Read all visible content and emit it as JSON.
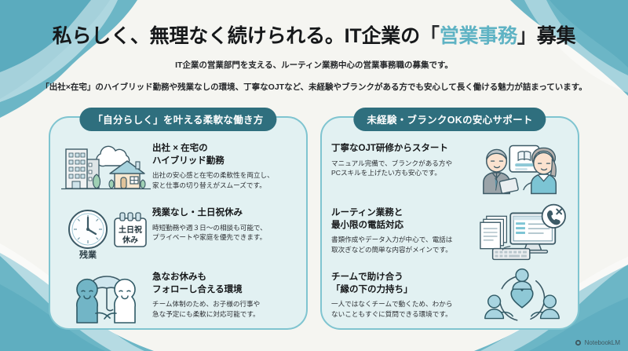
{
  "header": {
    "title_pre": "私らしく、無理なく続けられる。IT企業の",
    "title_open": "「",
    "title_highlight": "営業事務",
    "title_close": "」",
    "title_post": "募集",
    "subtitle_1": "IT企業の営業部門を支える、ルーティン業務中心の営業事務職の募集です。",
    "subtitle_2": "「出社×在宅」のハイブリッド勤務や残業なしの環境、丁寧なOJTなど、未経験やブランクがある方でも安心して長く働ける魅力が詰まっています。"
  },
  "left_panel": {
    "heading": "「自分らしく」を叶える柔軟な働き方",
    "items": [
      {
        "title": "出社 × 在宅の\nハイブリッド勤務",
        "body": "出社の安心感と在宅の柔軟性を両立し、\n家と仕事の切り替えがスムーズです。",
        "art": "office-home-icon"
      },
      {
        "title": "残業なし・土日祝休み",
        "body": "時短勤務や週３日〜の相談も可能で、\nプライベートや家庭を優先できます。",
        "art": "clock-calendar-icon",
        "art_labels": {
          "clock": "残業",
          "calendar_line1": "土日祝",
          "calendar_line2": "休み"
        }
      },
      {
        "title": "急なお休みも\nフォローし合える環境",
        "body": "チーム体制のため、お子様の行事や\n急な予定にも柔軟に対応可能です。",
        "art": "umbrella-people-icon"
      }
    ]
  },
  "right_panel": {
    "heading": "未経験・ブランクOKの安心サポート",
    "items": [
      {
        "title": "丁寧なOJT研修からスタート",
        "body": "マニュアル完備で、ブランクがある方や\nPCスキルを上げたい方も安心です。",
        "art": "training-people-icon"
      },
      {
        "title": "ルーティン業務と\n最小限の電話対応",
        "body": "書類作成やデータ入力が中心で、電話は\n取次ぎなどの簡単な内容がメインです。",
        "art": "desk-phone-off-icon"
      },
      {
        "title": "チームで助け合う\n「縁の下の力持ち」",
        "body": "一人ではなくチームで動くため、わから\nないこともすぐに質問できる環境です。",
        "art": "team-heart-icon"
      }
    ]
  },
  "footer": {
    "watermark": "NotebookLM"
  },
  "colors": {
    "background": "#f5f5f1",
    "accent_teal": "#5fb3c4",
    "pill_dark": "#2f6f7e",
    "panel_fill": "#e2f1f2",
    "panel_border": "#7fc4d0",
    "wave": "#6cb6c6"
  }
}
